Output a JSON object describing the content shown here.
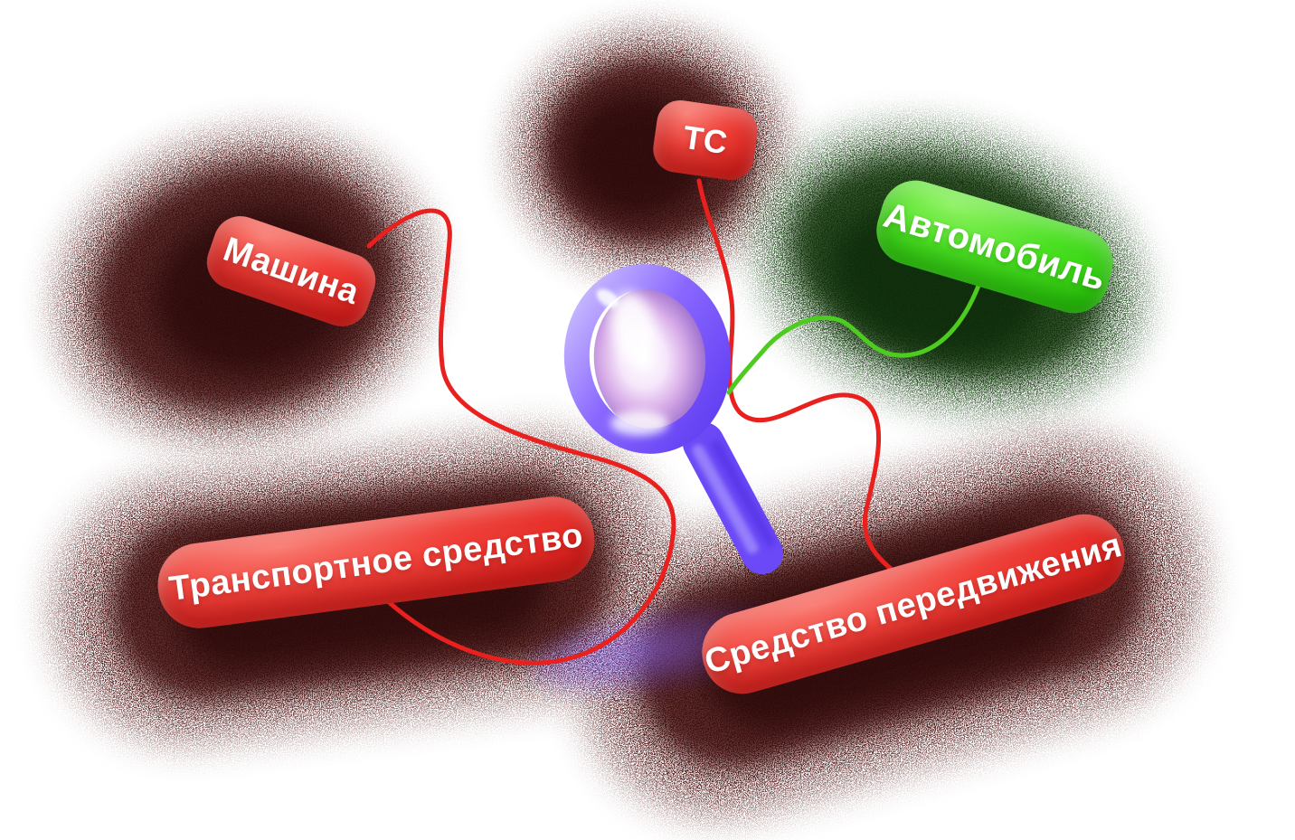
{
  "background": "#ffffff",
  "nodes": [
    {
      "id": "mashina",
      "label": "Машина",
      "color_hex": "#e62b26",
      "text_color": "#ffffff",
      "shape": "red-pill"
    },
    {
      "id": "ts",
      "label": "ТС",
      "color_hex": "#e62b26",
      "text_color": "#ffffff",
      "shape": "red-pill"
    },
    {
      "id": "avtomobil",
      "label": "Автомобиль",
      "color_hex": "#38d414",
      "text_color": "#ffffff",
      "shape": "green-pill"
    },
    {
      "id": "transportnoe_sredstvo",
      "label": "Транспортное средство",
      "color_hex": "#e62b26",
      "text_color": "#ffffff",
      "shape": "red-pill"
    },
    {
      "id": "sredstvo_peredvizheniya",
      "label": "Средство передвижения",
      "color_hex": "#e62b26",
      "text_color": "#ffffff",
      "shape": "red-pill"
    }
  ],
  "center_icon": {
    "name": "magnifying-glass-3d",
    "ring_color": "#8a68ff",
    "handle_color": "#6b49f7",
    "lens_highlight": "#ffffff"
  },
  "connectors": [
    {
      "from": "Машина",
      "to": "Транспортное средство",
      "color_hex": "#e8211f"
    },
    {
      "from": "ТС",
      "to": "Средство передвижения",
      "color_hex": "#e8211f"
    },
    {
      "from": "Автомобиль",
      "to": "magnifying-glass",
      "color_hex": "#4ecb1f"
    }
  ],
  "shadow_colors": {
    "red_blob": "#4e1412",
    "green_blob": "#164312",
    "purple_smudge": "#7a58f8"
  }
}
